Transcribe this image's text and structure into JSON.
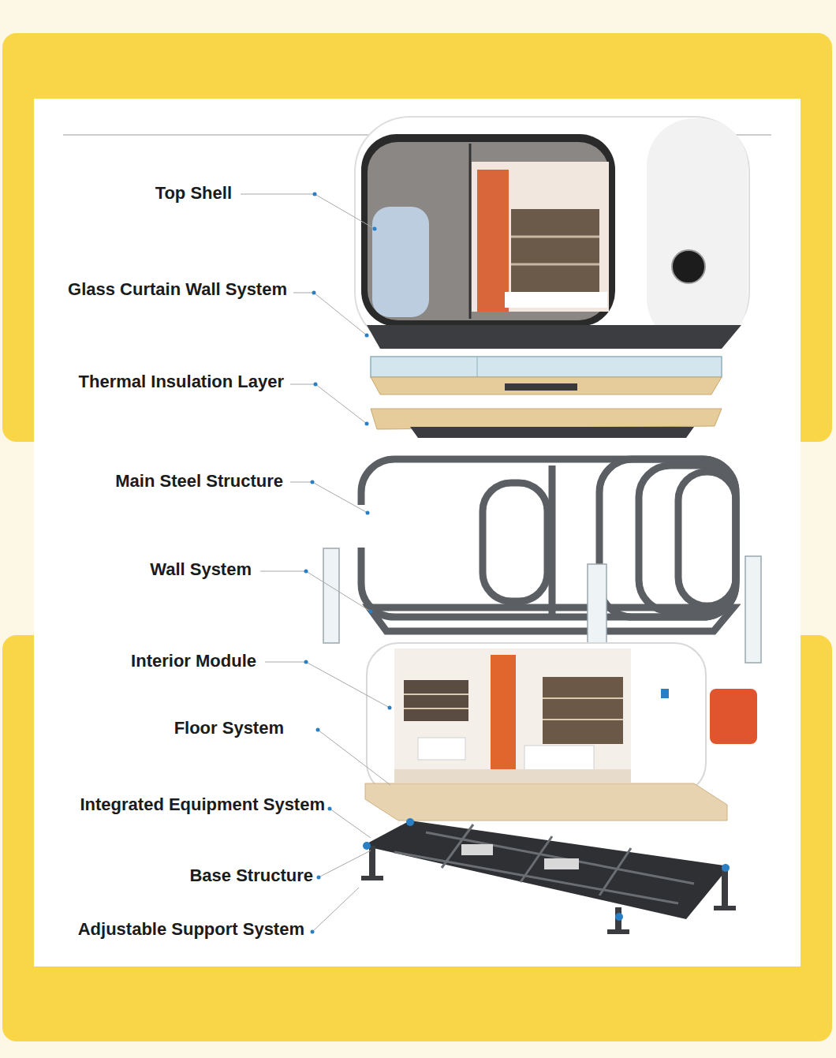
{
  "diagram": {
    "labels": [
      "Top Shell",
      "Glass Curtain Wall System",
      "Thermal Insulation Layer",
      "Main Steel Structure",
      "Wall System",
      "Interior Module",
      "Floor System",
      "Integrated Equipment System",
      "Base Structure",
      "Adjustable Support System"
    ]
  }
}
